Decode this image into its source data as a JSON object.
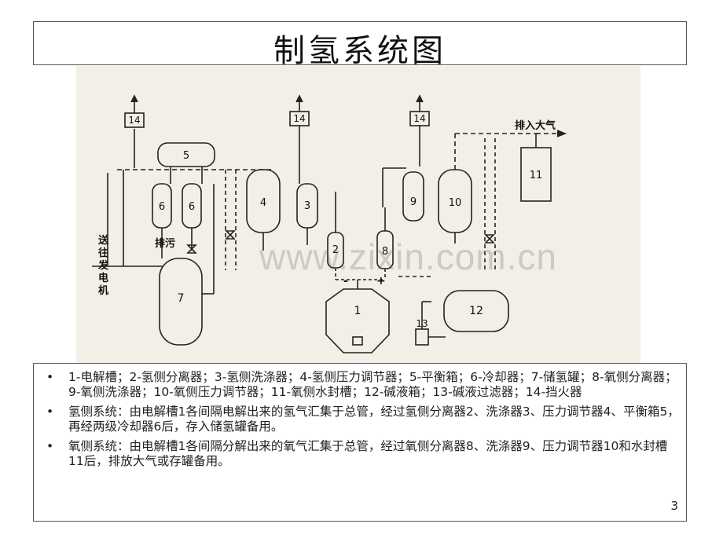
{
  "title": "制氢系统图",
  "diagram": {
    "components": [
      {
        "id": "1",
        "label": "1"
      },
      {
        "id": "2",
        "label": "2"
      },
      {
        "id": "3",
        "label": "3"
      },
      {
        "id": "4",
        "label": "4"
      },
      {
        "id": "5",
        "label": "5"
      },
      {
        "id": "6a",
        "label": "6"
      },
      {
        "id": "6b",
        "label": "6"
      },
      {
        "id": "7",
        "label": "7"
      },
      {
        "id": "8",
        "label": "8"
      },
      {
        "id": "9",
        "label": "9"
      },
      {
        "id": "10",
        "label": "10"
      },
      {
        "id": "11",
        "label": "11"
      },
      {
        "id": "12",
        "label": "12"
      },
      {
        "id": "13",
        "label": "13"
      }
    ],
    "arrester_label": "14",
    "vent_label": "排入大气",
    "drain_label": "排污",
    "generator_label": "送往发电机",
    "minus_sign": "-",
    "plus_sign": "+"
  },
  "watermark": "www.zixin.com.cn",
  "notes": [
    "1-电解槽；2-氢侧分离器；3-氢侧洗涤器；4-氢侧压力调节器；5-平衡箱；6-冷却器；7-储氢罐；8-氧侧分离器；9-氧侧洗涤器；10-氧侧压力调节器；11-氧侧水封槽；12-碱液箱；13-碱液过滤器；14-挡火器",
    "氢侧系统：由电解槽1各间隔电解出来的氢气汇集于总管，经过氢侧分离器2、洗涤器3、压力调节器4、平衡箱5，再经两级冷却器6后，存入储氢罐备用。",
    "氧侧系统：由电解槽1各间隔分解出来的氧气汇集于总管，经过氧侧分离器8、洗涤器9、压力调节器10和水封槽11后，排放大气或存罐备用。"
  ],
  "bullet": "•",
  "page_number": "3"
}
